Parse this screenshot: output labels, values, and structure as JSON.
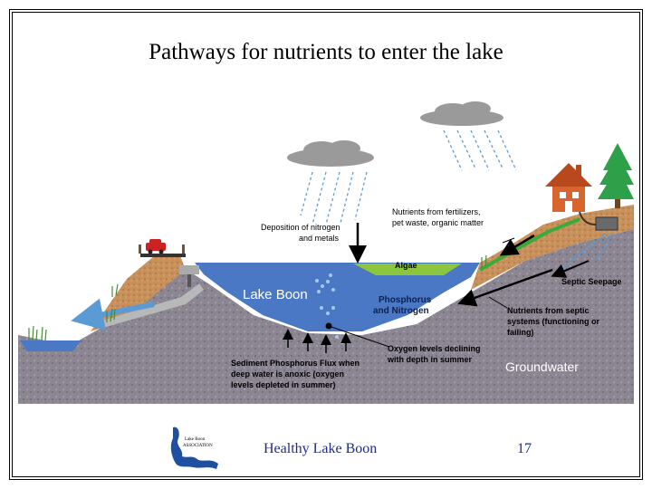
{
  "title": "Pathways for nutrients to enter the lake",
  "labels": {
    "lake": "Lake Boon",
    "deposition_1": "Deposition of nitrogen",
    "deposition_2": "and metals",
    "algae": "Algae",
    "phos_1": "Phosphorus",
    "phos_2": "and Nitrogen",
    "fert_1": "Nutrients from fertilizers,",
    "fert_2": "pet waste, organic matter",
    "septic_seepage": "Septic Seepage",
    "septic_1": "Nutrients from septic",
    "septic_2": "systems (functioning or",
    "septic_3": "failing)",
    "oxygen_1": "Oxygen levels declining",
    "oxygen_2": "with depth in summer",
    "sediment_1": "Sediment Phosphorus Flux when",
    "sediment_2": "deep water is anoxic (oxygen",
    "sediment_3": "levels depleted in summer)",
    "groundwater": "Groundwater"
  },
  "logo": {
    "line1": "Lake Boon",
    "line2": "ASSOCIATION"
  },
  "footer": {
    "text": "Healthy Lake Boon",
    "page": "17"
  },
  "colors": {
    "lake": "#4a78c4",
    "ground": "#8a8590",
    "soil": "#c8905a",
    "algae": "#8cc63f",
    "footer_text": "#1f2a8a"
  }
}
